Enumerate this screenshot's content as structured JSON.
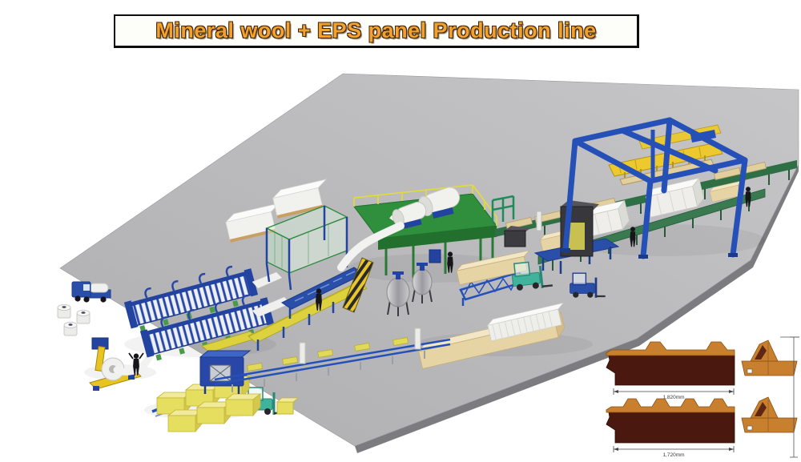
{
  "title": "Mineral wool + EPS panel Production line",
  "inset": {
    "panel_top": {
      "width_label": "1,820mm"
    },
    "panel_bottom": {
      "width_label": "1,720mm"
    }
  },
  "colors": {
    "title_text": "#F2A12E",
    "machine_blue": "#2847A8",
    "machine_green": "#2F8F3C",
    "gantry_blue": "#2450B8",
    "floor_gray": "#B9B9BC",
    "eps_yellow": "#E6DE5F",
    "panel_beige": "#E7D4A4",
    "forklift_teal": "#3FB39B",
    "crane_yellow": "#ECC92F",
    "inset_core_maroon": "#4A180E",
    "inset_sheet_orange": "#C87D2E"
  }
}
